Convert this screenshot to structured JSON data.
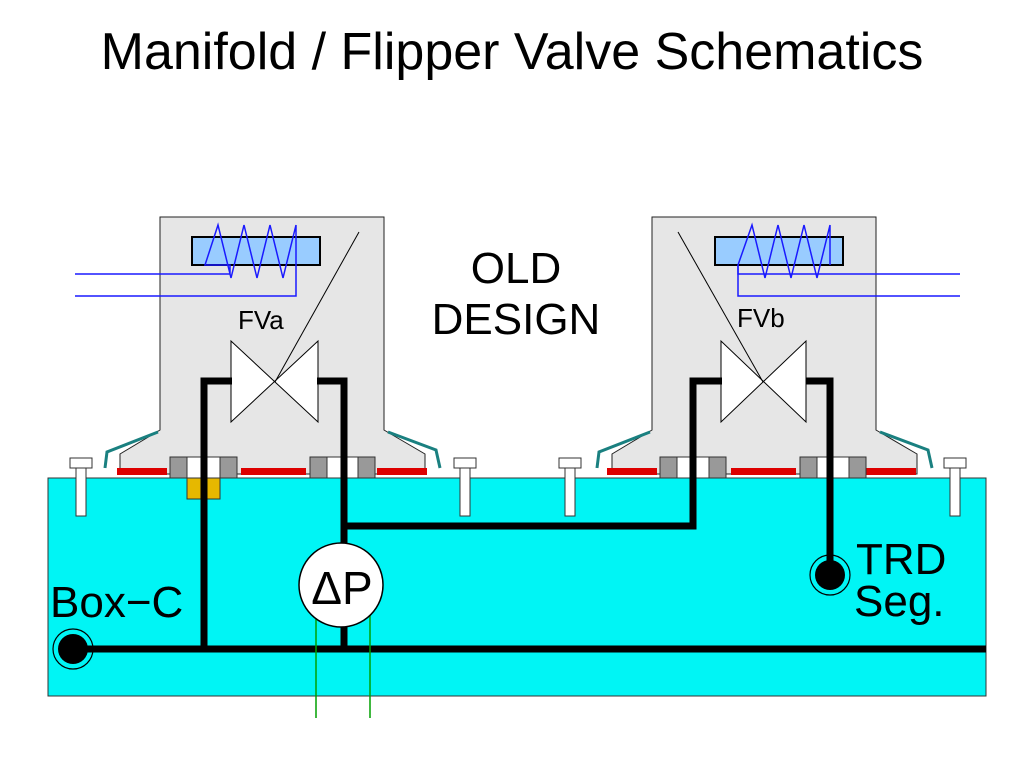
{
  "title": "Manifold / Flipper Valve Schematics",
  "labels": {
    "old_design_line1": "OLD",
    "old_design_line2": "DESIGN",
    "valve_a": "FVa",
    "valve_b": "FVb",
    "delta_p_symbol": "Δ",
    "delta_p_letter": "P",
    "box_c": "Box−C",
    "trd_line1": "TRD",
    "trd_line2": "Seg."
  },
  "colors": {
    "manifold": "#00f5f5",
    "valve_body": "#e6e6e6",
    "solenoid_coil": "#99ccff",
    "solenoid_wire": "#1a1aff",
    "seal": "#dd0000",
    "flange": "#1a8080",
    "port_marker": "#e6b800",
    "sensor_wire": "#00a000",
    "pipe": "#000000"
  }
}
